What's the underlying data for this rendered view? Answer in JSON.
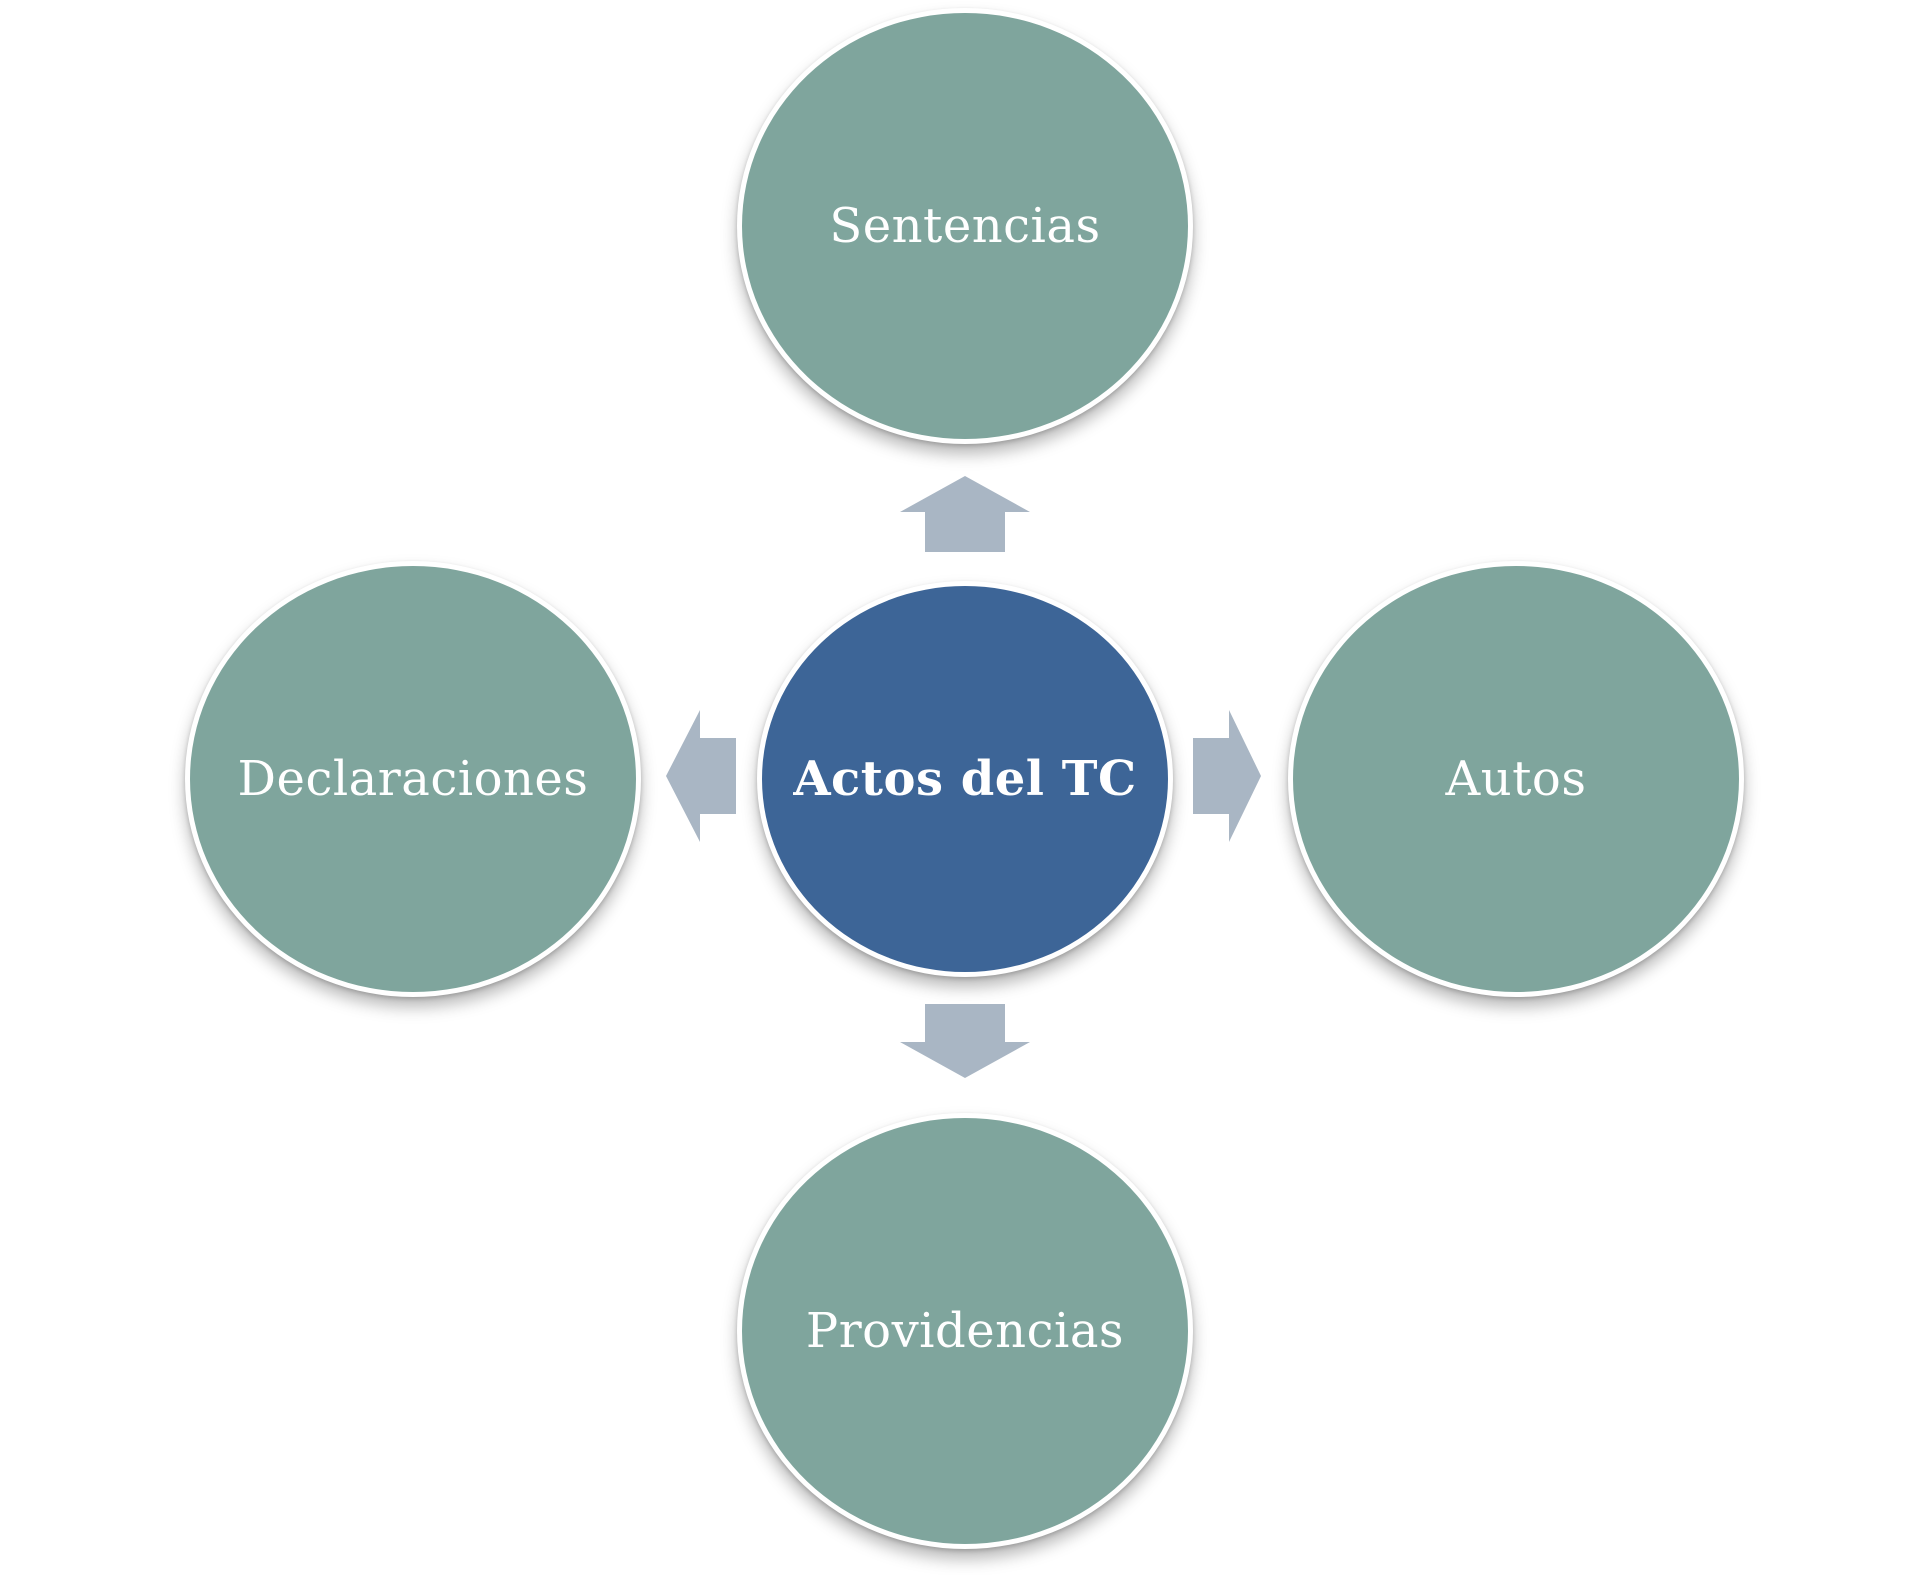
{
  "diagram": {
    "center": {
      "label": "Actos del TC"
    },
    "nodes": {
      "top": {
        "label": "Sentencias"
      },
      "right": {
        "label": "Autos"
      },
      "bottom": {
        "label": "Providencias"
      },
      "left": {
        "label": "Declaraciones"
      }
    },
    "colors": {
      "center_fill": "#3d6597",
      "node_fill": "#7fa59d",
      "arrow_fill": "#a9b6c4",
      "text": "#ffffff"
    }
  }
}
